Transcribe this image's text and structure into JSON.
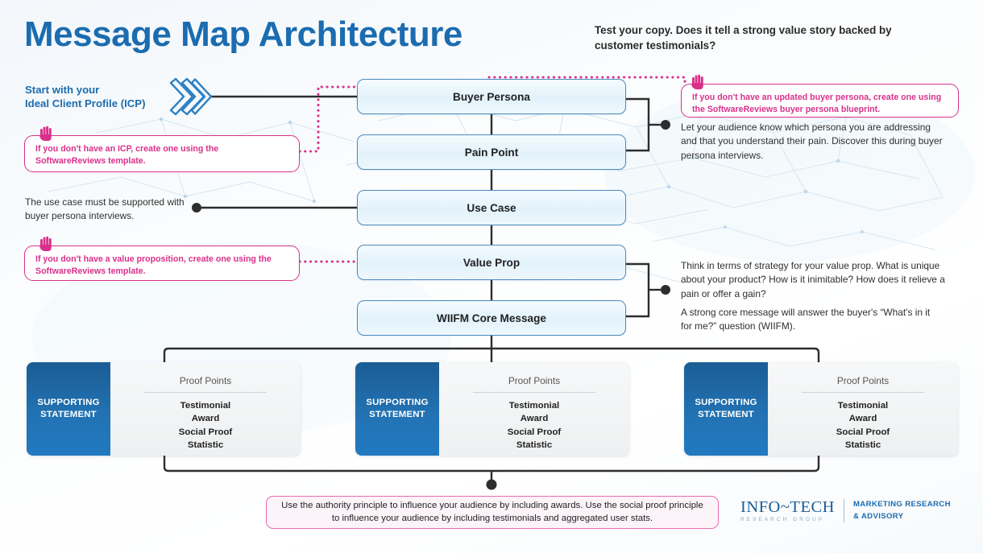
{
  "header": {
    "title": "Message Map Architecture",
    "headline": "Test your copy. Does it tell a strong value story backed by customer testimonials?"
  },
  "start": {
    "label_line1": "Start with your",
    "label_line2": "Ideal Client Profile (ICP)",
    "icon": "triple-chevron-right-icon"
  },
  "core_boxes": [
    {
      "label": "Buyer Persona"
    },
    {
      "label": "Pain Point"
    },
    {
      "label": "Use Case"
    },
    {
      "label": "Value Prop"
    },
    {
      "label": "WIIFM Core Message"
    }
  ],
  "callouts": {
    "icp": "If you don't have an ICP, create one using the SoftwareReviews template.",
    "value_prop": "If you don't have a value proposition, create one using the SoftwareReviews template.",
    "buyer_persona": "If you don't have an updated buyer persona, create one using the SoftwareReviews buyer persona blueprint.",
    "hand_icon": "stop-hand-icon"
  },
  "notes": {
    "use_case": "The use case must be supported with buyer persona interviews.",
    "persona_pain": "Let your audience know which persona you are addressing and that you understand their pain. Discover this during buyer persona interviews.",
    "value_prop": "Think in terms of strategy for your value prop. What is unique about your product? How is it inimitable? How does it relieve a pain or offer a gain?",
    "core_message": "A strong core message will answer the buyer's “What's in it for me?” question (WIIFM)."
  },
  "supporting_cards": [
    {
      "title_line1": "SUPPORTING",
      "title_line2": "STATEMENT",
      "proof_points_title": "Proof Points",
      "proof_points": [
        "Testimonial",
        "Award",
        "Social Proof",
        "Statistic"
      ]
    },
    {
      "title_line1": "SUPPORTING",
      "title_line2": "STATEMENT",
      "proof_points_title": "Proof Points",
      "proof_points": [
        "Testimonial",
        "Award",
        "Social Proof",
        "Statistic"
      ]
    },
    {
      "title_line1": "SUPPORTING",
      "title_line2": "STATEMENT",
      "proof_points_title": "Proof Points",
      "proof_points": [
        "Testimonial",
        "Award",
        "Social Proof",
        "Statistic"
      ]
    }
  ],
  "bottom_note": "Use the authority principle to influence your audience by including awards. Use the social proof principle to influence your audience by including testimonials and aggregated user stats.",
  "logo": {
    "word": "INFO~TECH",
    "sub": "RESEARCH GROUP",
    "tag_line1": "MARKETING RESEARCH",
    "tag_line2": "& ADVISORY"
  },
  "colors": {
    "brand_blue": "#1b6cb0",
    "deep_blue": "#1b5c94",
    "pink": "#d9308b",
    "pink_light": "#e86bb0",
    "box_border": "#4a89bd",
    "connector": "#2d2d2d"
  }
}
